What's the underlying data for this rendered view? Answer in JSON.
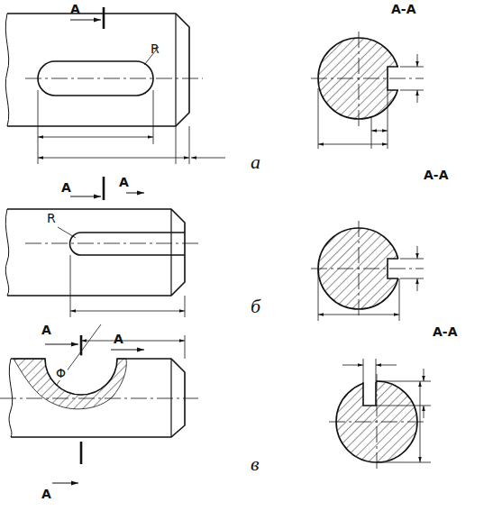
{
  "diagram": {
    "labels": [
      "A",
      "R",
      "A-A",
      "а",
      "A",
      "A",
      "R",
      "A-A",
      "б",
      "A",
      "A",
      "Φ",
      "A-A",
      "в",
      "A"
    ]
  }
}
